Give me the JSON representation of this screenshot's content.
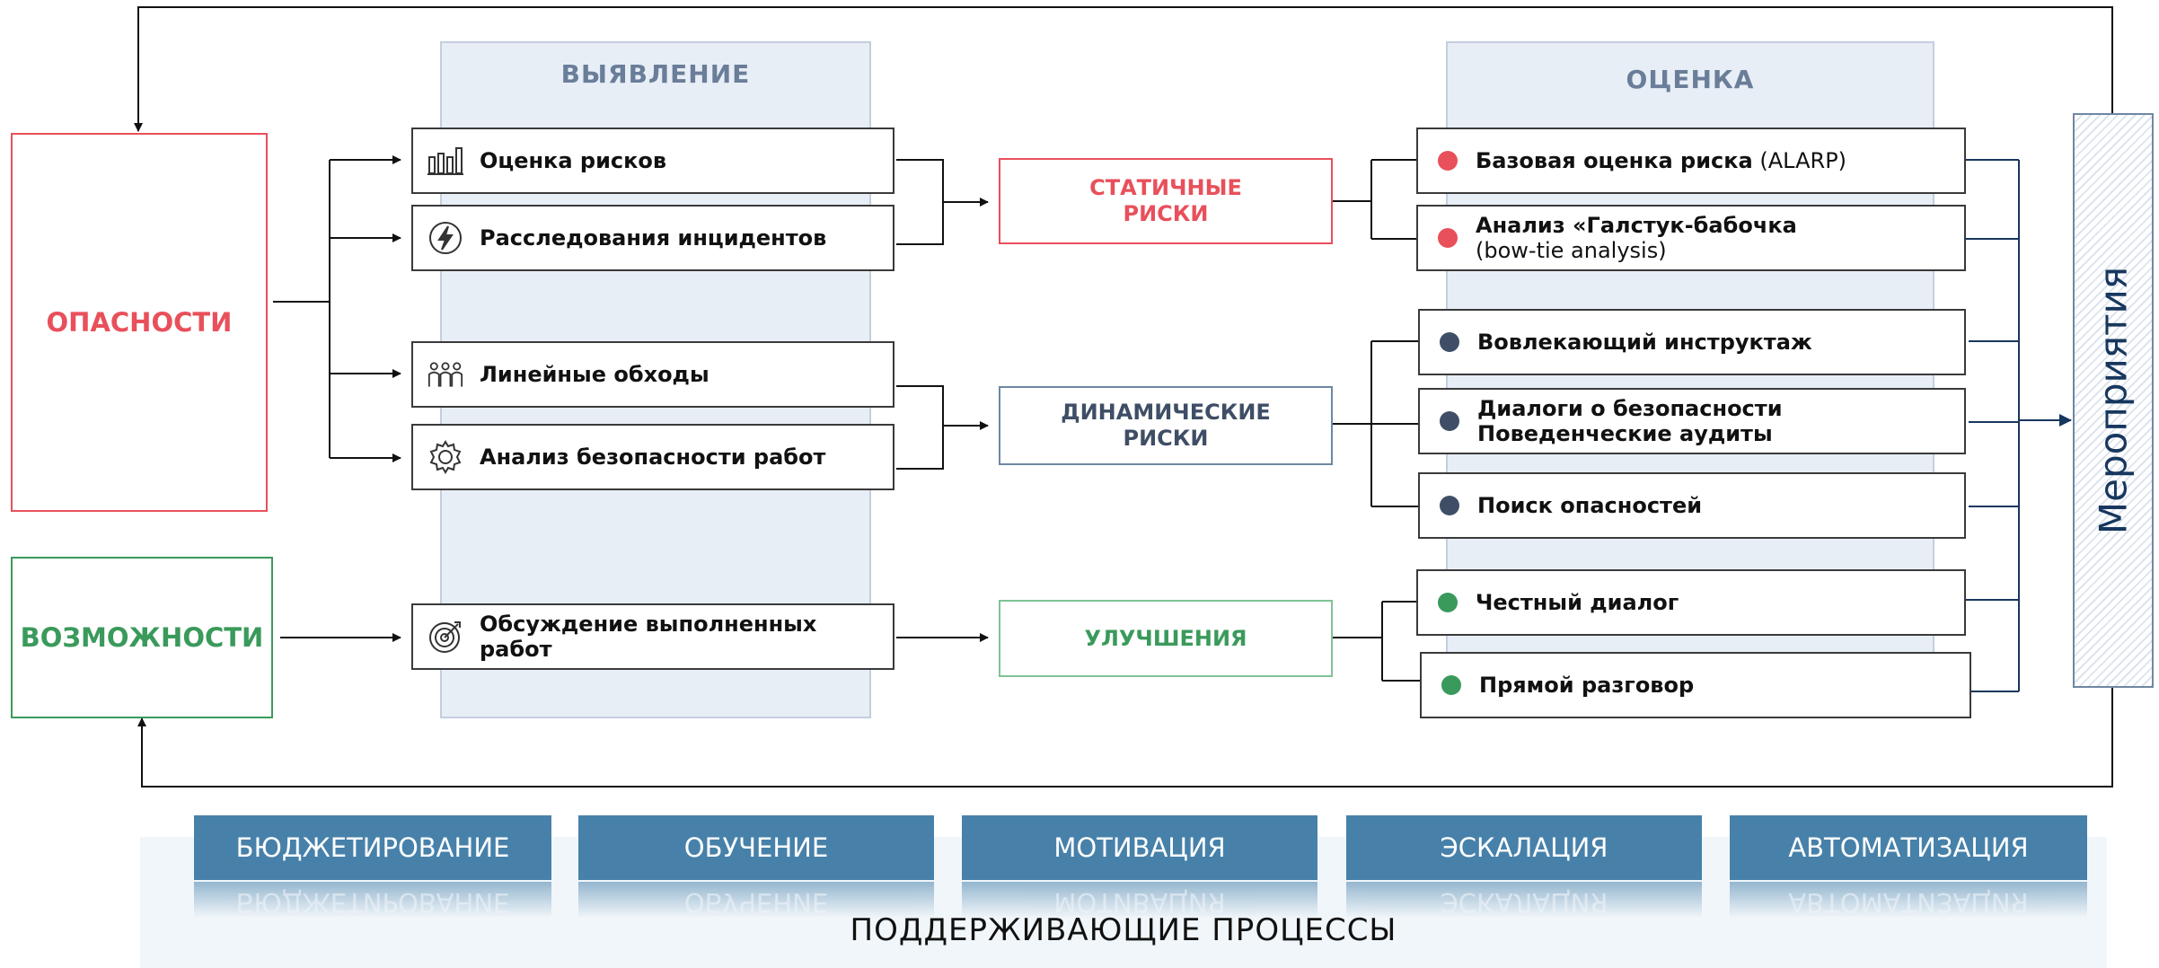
{
  "columns": {
    "detection": {
      "title": "ВЫЯВЛЕНИЕ"
    },
    "assessment": {
      "title": "ОЦЕНКА"
    }
  },
  "sources": {
    "hazards": {
      "label": "ОПАСНОСТИ",
      "color": "#e8505b"
    },
    "opportunities": {
      "label": "ВОЗМОЖНОСТИ",
      "color": "#3a9a5b"
    }
  },
  "detection_items": [
    {
      "label": "Оценка рисков",
      "icon": "bar-chart-icon"
    },
    {
      "label": "Расследования инцидентов",
      "icon": "lightning-icon"
    },
    {
      "label": "Линейные обходы",
      "icon": "people-group-icon"
    },
    {
      "label": "Анализ безопасности работ",
      "icon": "gear-icon"
    },
    {
      "label": "Обсуждение выполненных работ",
      "icon": "target-icon"
    }
  ],
  "categories": {
    "static": {
      "line1": "СТАТИЧНЫЕ",
      "line2": "РИСКИ",
      "color": "#e8505b"
    },
    "dynamic": {
      "line1": "ДИНАМИЧЕСКИЕ",
      "line2": "РИСКИ",
      "color": "#3f4e66"
    },
    "improvements": {
      "line1": "УЛУЧШЕНИЯ",
      "color": "#3a9a5b"
    }
  },
  "evaluation_items": [
    {
      "bold": "Базовая оценка риска",
      "regular": " (ALARP)",
      "dot_color": "#e8505b"
    },
    {
      "bold": "Анализ «Галстук-бабочка",
      "line2": "(bow-tie analysis)",
      "dot_color": "#e8505b"
    },
    {
      "bold": "Вовлекающий инструктаж",
      "dot_color": "#3f4e66"
    },
    {
      "bold": "Диалоги о безопасности",
      "line2": "Поведенческие аудиты",
      "dot_color": "#3f4e66"
    },
    {
      "bold": "Поиск опасностей",
      "dot_color": "#3f4e66"
    },
    {
      "bold": "Честный диалог",
      "dot_color": "#3a9a5b"
    },
    {
      "bold": "Прямой разговор",
      "dot_color": "#3a9a5b"
    }
  ],
  "actions": {
    "label": "Мероприятия"
  },
  "supporting": {
    "caption": "ПОДДЕРЖИВАЮЩИЕ ПРОЦЕССЫ",
    "tiles": [
      "БЮДЖЕТИРОВАНИЕ",
      "ОБУЧЕНИЕ",
      "МОТИВАЦИЯ",
      "ЭСКАЛАЦИЯ",
      "АВТОМАТИЗАЦИЯ"
    ]
  }
}
